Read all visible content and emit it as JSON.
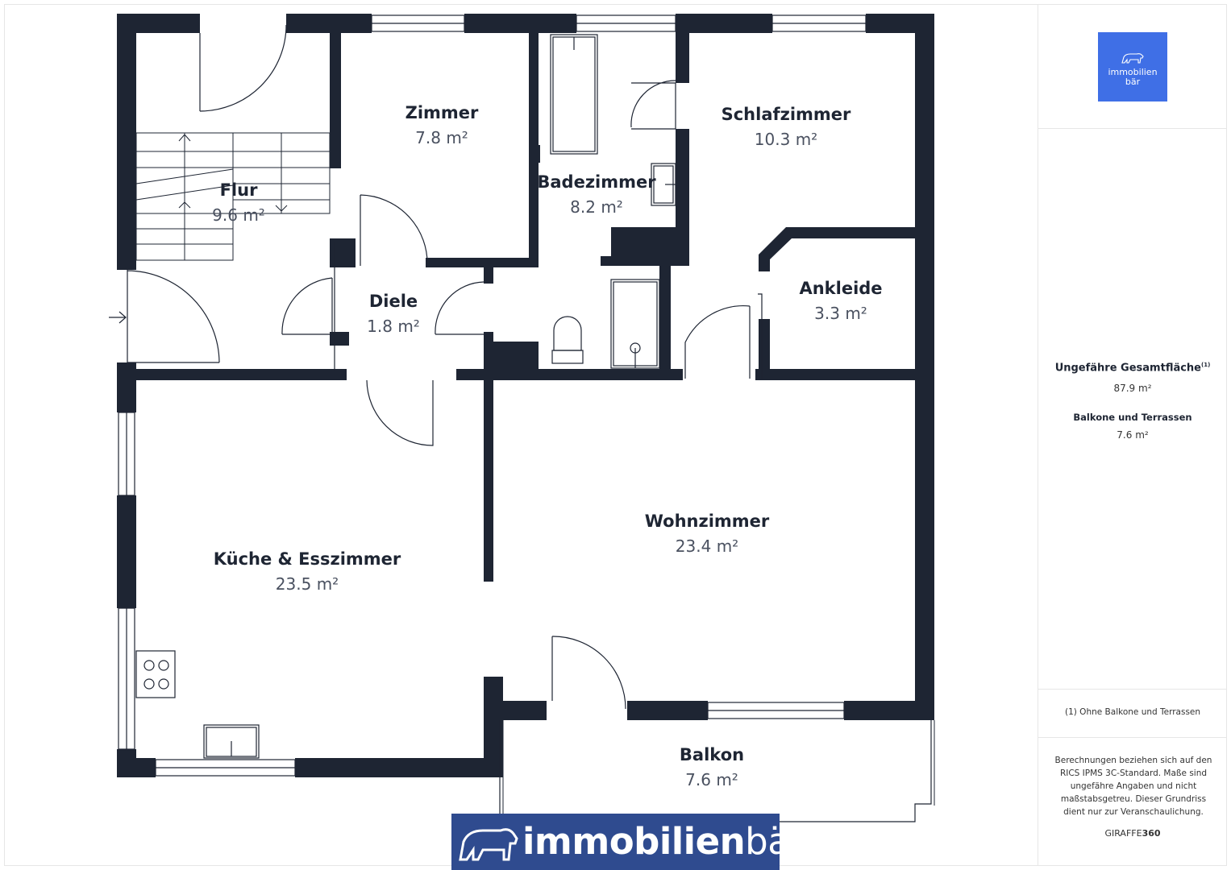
{
  "rooms": [
    {
      "name": "Flur",
      "area": "9.6 m²"
    },
    {
      "name": "Zimmer",
      "area": "7.8 m²"
    },
    {
      "name": "Badezimmer",
      "area": "8.2 m²"
    },
    {
      "name": "Schlafzimmer",
      "area": "10.3 m²"
    },
    {
      "name": "Diele",
      "area": "1.8 m²"
    },
    {
      "name": "Ankleide",
      "area": "3.3 m²"
    },
    {
      "name": "Wohnzimmer",
      "area": "23.4 m²"
    },
    {
      "name": "Küche & Esszimmer",
      "area": "23.5 m²"
    },
    {
      "name": "Balkon",
      "area": "7.6 m²"
    }
  ],
  "panel": {
    "logo_line1": "immobilien",
    "logo_line2": "bär",
    "total_label": "Ungefähre Gesamtfläche",
    "total_footnote": "(1)",
    "total_value": "87.9 m²",
    "balcony_label": "Balkone und Terrassen",
    "balcony_value": "7.6 m²",
    "footnote": "(1) Ohne Balkone und Terrassen",
    "disclaimer": "Berechnungen beziehen sich auf den RICS IPMS 3C-Standard. Maße sind ungefähre Angaben und nicht maßstabsgetreu. Dieser Grundriss dient nur zur Veranschaulichung.",
    "credit_light": "GIRAFFE",
    "credit_bold": "360"
  },
  "brand": {
    "word_bold": "immobilien",
    "word_light": "bär"
  },
  "colors": {
    "wall": "#1e2533",
    "logo_blue": "#3f6fe6",
    "brand_blue": "#2f4b8f"
  }
}
